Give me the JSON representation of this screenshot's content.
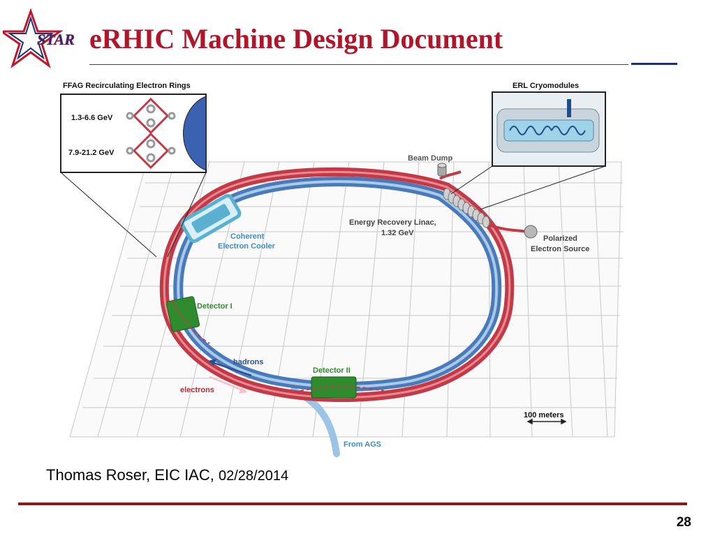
{
  "slide": {
    "title": "eRHIC Machine Design Document",
    "logo_text": "STAR",
    "footer_author": "Thomas Roser, EIC IAC, ",
    "footer_date": "02/28/2014",
    "page_number": "28"
  },
  "diagram": {
    "ffag_inset": {
      "title": "FFAG Recirculating Electron Rings",
      "ring_low_label": "1.3-6.6 GeV",
      "ring_high_label": "7.9-21.2 GeV"
    },
    "erl_inset": {
      "title": "ERL Cryomodules"
    },
    "labels": {
      "beam_dump": "Beam Dump",
      "linac_line1": "Energy Recovery Linac,",
      "linac_line2": "1.32 GeV",
      "source_line1": "Polarized",
      "source_line2": "Electron Source",
      "cooler_line1": "Coherent",
      "cooler_line2": "Electron Cooler",
      "detector1": "Detector I",
      "detector2": "Detector II",
      "hadrons": "hadrons",
      "electrons": "electrons",
      "scale": "100 meters",
      "from_ags": "From AGS"
    },
    "colors": {
      "electron_ring": "#c23a48",
      "hadron_ring": "#4a7ab8",
      "detector": "#2e8b2e",
      "cooler": "#5ab0d0",
      "label_blue": "#3a8fc4",
      "label_green": "#2e8b2e",
      "label_red": "#b22a3a"
    }
  }
}
